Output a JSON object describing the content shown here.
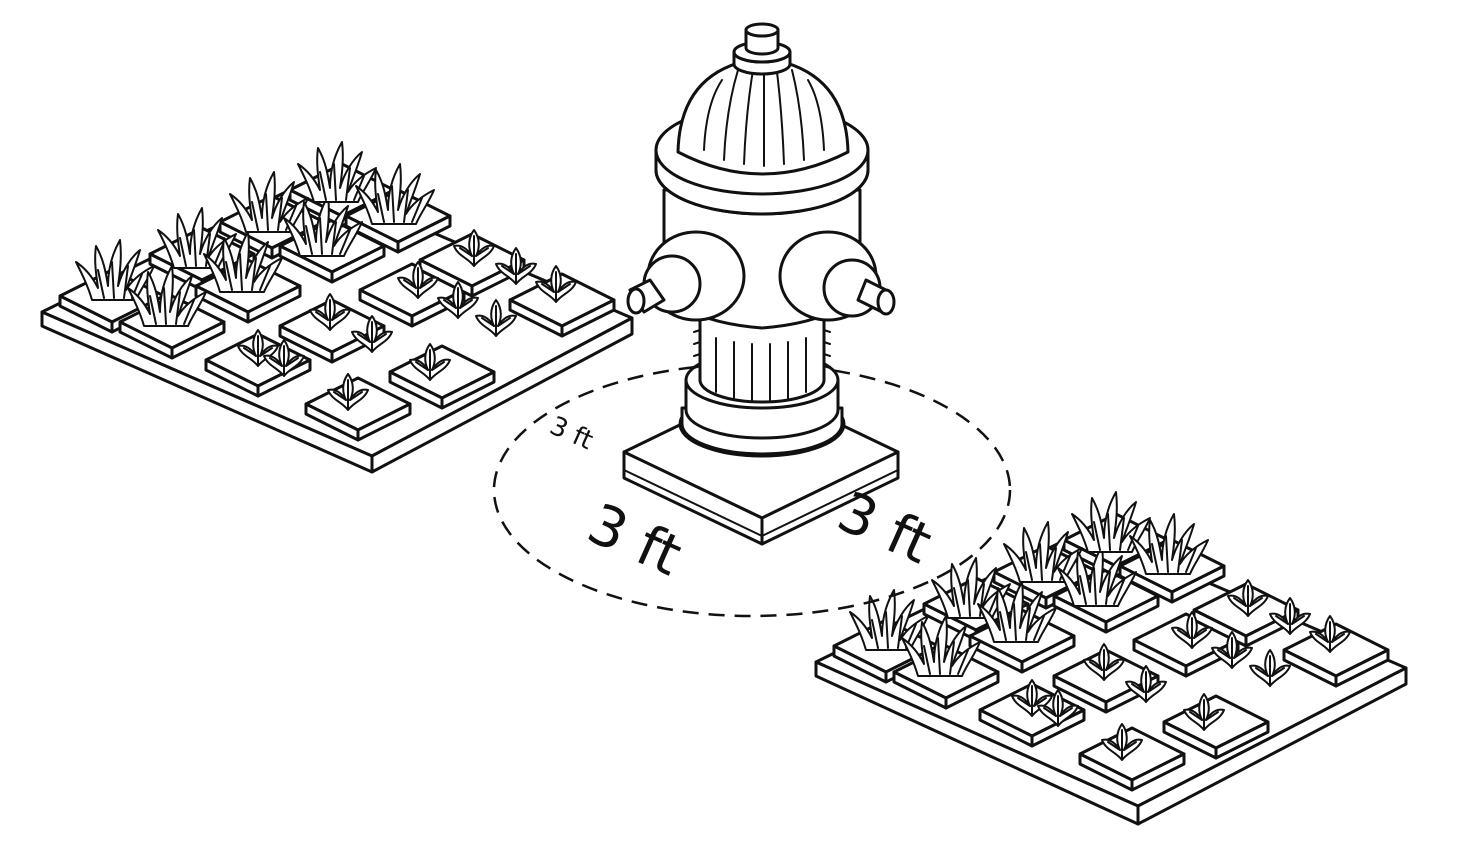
{
  "labels": {
    "distance_small": "3 ft",
    "distance_left": "3 ft",
    "distance_right": "3 ft"
  },
  "colors": {
    "line": "#111111",
    "background": "#ffffff"
  },
  "icons": [
    "fire-hydrant-icon",
    "grass-tuft-icon",
    "leafy-plant-icon"
  ]
}
